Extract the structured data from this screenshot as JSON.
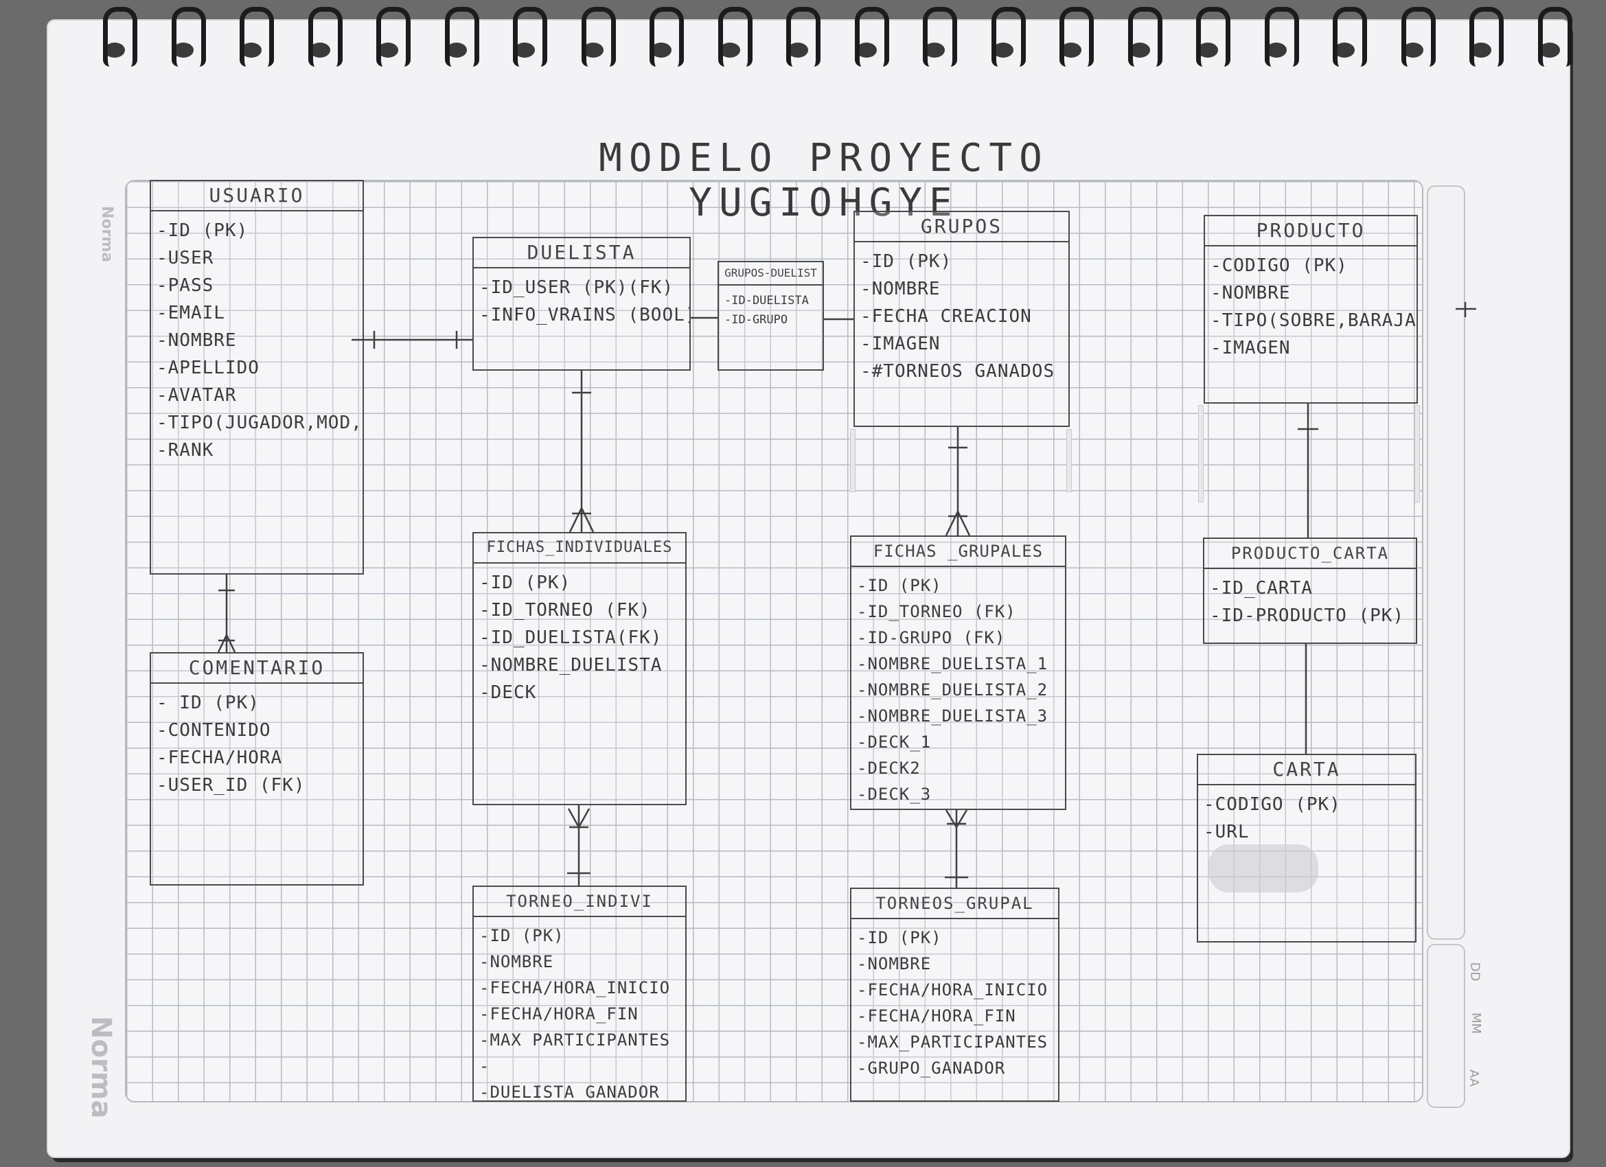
{
  "title": "MODELO PROYECTO YUGIOHGYE",
  "brand": "Norma",
  "date_labels": [
    "DD",
    "MM",
    "AA"
  ],
  "entities": {
    "usuario": {
      "name": "USUARIO",
      "attrs": [
        "-ID (PK)",
        "-USER",
        "-PASS",
        "-EMAIL",
        "-NOMBRE",
        "-APELLIDO",
        "-AVATAR",
        "-TIPO(JUGADOR,MOD,ADMIN)",
        "-RANK"
      ]
    },
    "comentario": {
      "name": "COMENTARIO",
      "attrs": [
        "- ID (PK)",
        "-CONTENIDO",
        "-FECHA/HORA",
        "-USER_ID (FK)"
      ]
    },
    "duelista": {
      "name": "DUELISTA",
      "attrs": [
        "-ID_USER (PK)(FK)",
        "-INFO_VRAINS (BOOL)"
      ]
    },
    "grupos_duelist": {
      "name": "GRUPOS-DUELIST",
      "attrs": [
        "-ID-DUELISTA",
        "-ID-GRUPO"
      ]
    },
    "grupos": {
      "name": "GRUPOS",
      "attrs": [
        "-ID (PK)",
        "-NOMBRE",
        "-FECHA CREACION",
        "-IMAGEN",
        "-#TORNEOS GANADOS"
      ]
    },
    "producto": {
      "name": "PRODUCTO",
      "attrs": [
        "-CODIGO (PK)",
        "-NOMBRE",
        "-TIPO(SOBRE,BARAJA)",
        "-IMAGEN"
      ]
    },
    "fichas_individuales": {
      "name": "FICHAS_INDIVIDUALES",
      "attrs": [
        "-ID (PK)",
        "-ID_TORNEO (FK)",
        "-ID_DUELISTA(FK)",
        "-NOMBRE_DUELISTA",
        "-DECK"
      ]
    },
    "fichas_grupales": {
      "name": "FICHAS _GRUPALES",
      "attrs": [
        "-ID (PK)",
        "-ID_TORNEO (FK)",
        "-ID-GRUPO (FK)",
        "-NOMBRE_DUELISTA_1",
        "-NOMBRE_DUELISTA_2",
        "-NOMBRE_DUELISTA_3",
        "-DECK_1",
        "-DECK2",
        "-DECK_3"
      ]
    },
    "producto_carta": {
      "name": "PRODUCTO_CARTA",
      "attrs": [
        "-ID_CARTA",
        "-ID-PRODUCTO (PK)"
      ]
    },
    "carta": {
      "name": "CARTA",
      "attrs": [
        "-CODIGO (PK)",
        "-URL"
      ]
    },
    "torneo_indivi": {
      "name": "TORNEO_INDIVI",
      "attrs": [
        "-ID (PK)",
        "-NOMBRE",
        "-FECHA/HORA_INICIO",
        "-FECHA/HORA_FIN",
        "-MAX PARTICIPANTES",
        "-",
        "-DUELISTA_GANADOR"
      ]
    },
    "torneos_grupal": {
      "name": "TORNEOS_GRUPAL",
      "attrs": [
        "-ID (PK)",
        "-NOMBRE",
        "-FECHA/HORA_INICIO",
        "-FECHA/HORA_FIN",
        "-MAX_PARTICIPANTES",
        "-GRUPO_GANADOR"
      ]
    }
  }
}
